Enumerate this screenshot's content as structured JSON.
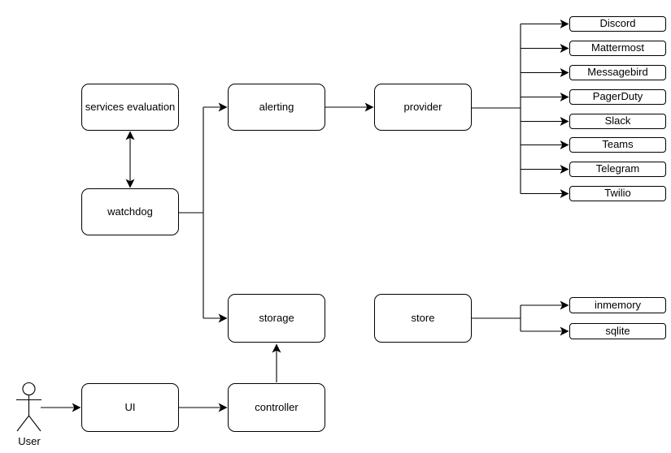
{
  "diagram": {
    "nodes": {
      "services_evaluation": {
        "label": "services evaluation"
      },
      "watchdog": {
        "label": "watchdog"
      },
      "alerting": {
        "label": "alerting"
      },
      "provider": {
        "label": "provider"
      },
      "storage": {
        "label": "storage"
      },
      "store": {
        "label": "store"
      },
      "ui": {
        "label": "UI"
      },
      "controller": {
        "label": "controller"
      }
    },
    "alert_providers": [
      "Discord",
      "Mattermost",
      "Messagebird",
      "PagerDuty",
      "Slack",
      "Teams",
      "Telegram",
      "Twilio"
    ],
    "store_backends": [
      "inmemory",
      "sqlite"
    ],
    "actor": {
      "label": "User"
    },
    "colors": {
      "stroke": "#000000",
      "node_fill": "#ffffff",
      "background": "#ffffff"
    }
  }
}
